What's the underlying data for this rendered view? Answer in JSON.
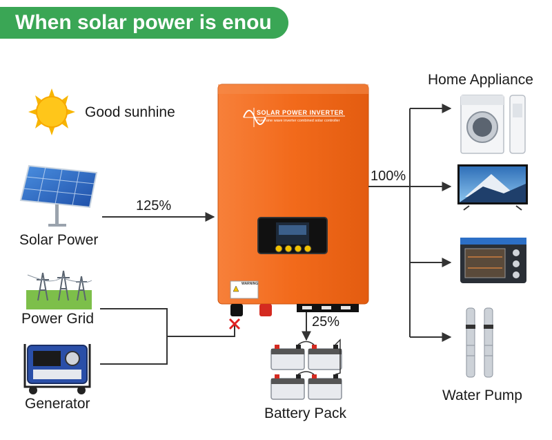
{
  "title": "When solar power is enou",
  "labels": {
    "sun": "Good sunhine",
    "solar": "Solar Power",
    "grid": "Power Grid",
    "generator": "Generator",
    "home": "Home Appliance",
    "pump": "Water Pump",
    "battery": "Battery Pack"
  },
  "flows": {
    "solar_in": "125%",
    "output": "100%",
    "battery": "25%"
  },
  "inverter": {
    "brand": "SOLAR POWER INVERTER",
    "subtitle": "Pure sine wave inverter combined solar controller",
    "warning": "WARNING"
  },
  "colors": {
    "banner": "#3aa655",
    "inverter": "#f26a1b",
    "line": "#333333",
    "cross": "#e02020"
  },
  "icons": [
    "sun-icon",
    "solar-panel-icon",
    "power-tower-icon",
    "generator-icon",
    "inverter-icon",
    "washing-machine-icon",
    "air-conditioner-icon",
    "tv-icon",
    "oven-icon",
    "water-pump-icon",
    "battery-icon"
  ]
}
